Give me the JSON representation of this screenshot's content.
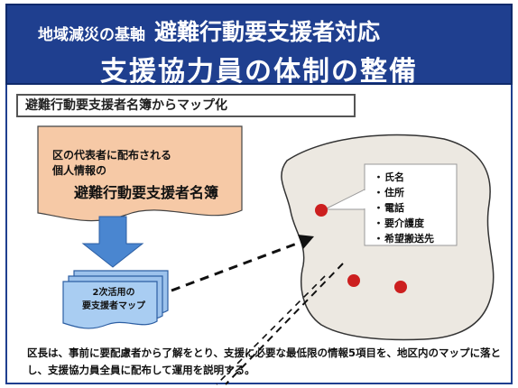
{
  "header": {
    "prefix": "地域減災の基軸",
    "title_line1": "避難行動要支援者対応",
    "title_line2": "支援協力員の体制の整備"
  },
  "subtitle": "避難行動要支援者名簿からマップ化",
  "document": {
    "text_line1": "区の代表者に配布される",
    "text_line2": "個人情報の",
    "title": "避難行動要支援者名簿"
  },
  "map_doc": {
    "line1": "2次活用の",
    "line2": "要支援者マップ"
  },
  "info_items": [
    "氏名",
    "住所",
    "電話",
    "要介護度",
    "希望搬送先"
  ],
  "note": "区長は、事前に要配慮者から了解をとり、支援に必要な最低限の情報5項目を、地区内のマップに落とし、支援協力員全員に配布して運用を説明する。",
  "colors": {
    "header_bg": "#1f3f8f",
    "document_fill": "#f6c9a6",
    "arrow_fill": "#4a86d0",
    "map_fill": "#ece8e1",
    "marker": "#cc1f1f"
  }
}
